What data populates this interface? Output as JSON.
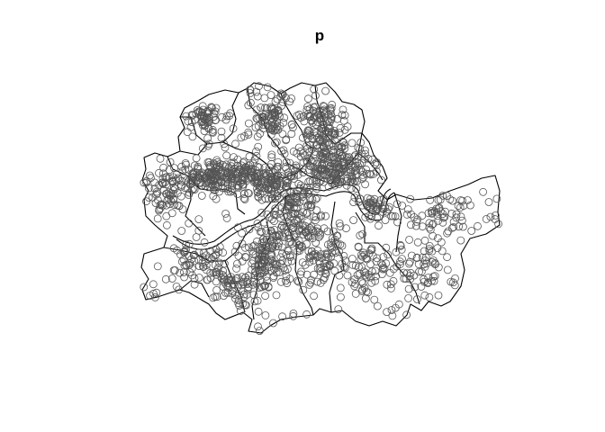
{
  "title": "p",
  "colors": {
    "background": "#ffffff",
    "boundary": "#000000",
    "points": "#555555"
  },
  "points": {
    "symbol": "open-circle",
    "approx_count": 1500
  }
}
